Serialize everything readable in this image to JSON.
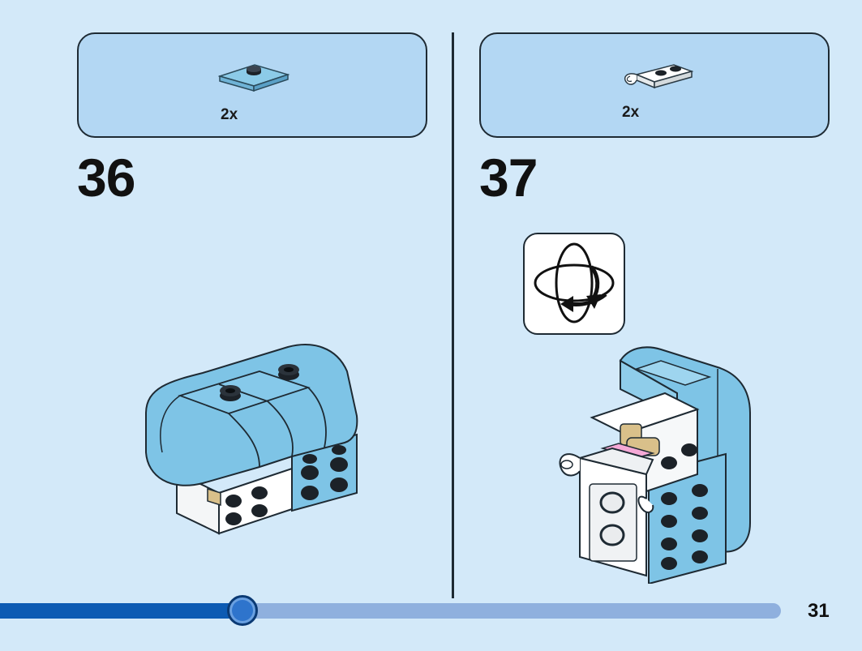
{
  "steps": [
    {
      "number": "36",
      "callout_quantity": "2x",
      "callout_part": "tile-1x1-with-center-stud-icon"
    },
    {
      "number": "37",
      "callout_quantity": "2x",
      "callout_part": "plate-1x2-with-clip-icon"
    }
  ],
  "rotate_indicator": {
    "icon": "rotate-model-icon"
  },
  "progress": {
    "fraction": 0.31
  },
  "page": {
    "number": "31"
  },
  "colors": {
    "background": "#d3e9f9",
    "callout": "#b3d7f3",
    "medium_azure": "#7ec4e6",
    "progress_fill": "#0d5bb3",
    "progress_track": "#8fb0de"
  }
}
